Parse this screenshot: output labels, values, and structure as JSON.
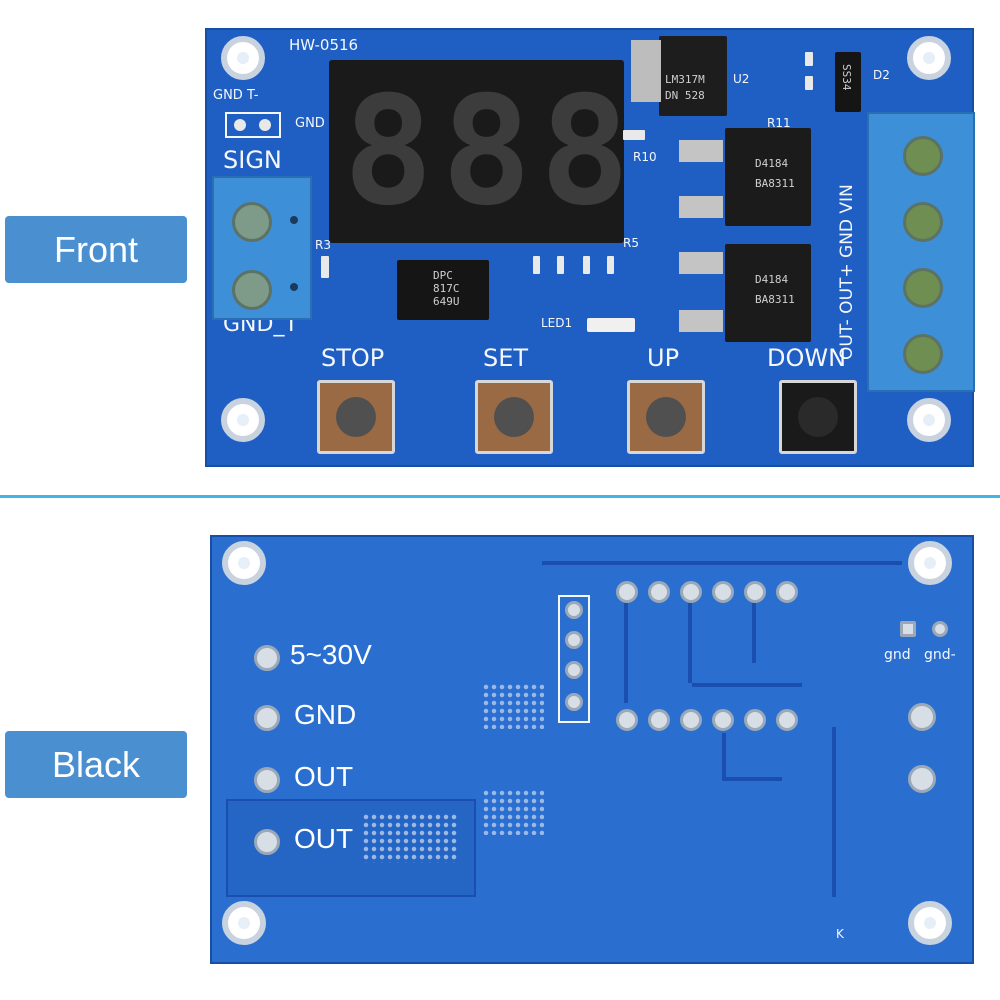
{
  "labels": {
    "front": "Front",
    "back": "Black"
  },
  "front_board": {
    "model": "HW-0516",
    "display_digits": "888",
    "header_left": "GND T-",
    "header_right": "GND",
    "sign_label": "SIGN",
    "gnd_t_label": "GND_T",
    "regulator_text": [
      "LM317M",
      "DN 528"
    ],
    "regulator_suffix": "U2",
    "diode_text": "SS34",
    "diode_label": "D2",
    "r11": "R11",
    "r10": "R10",
    "r5": "R5",
    "r3": "R3",
    "led_label": "LED1",
    "mosfet_text": [
      "D4184",
      "BA8311"
    ],
    "optocoupler_text": [
      "DPC",
      "817C",
      "649U"
    ],
    "terminal_labels": "OUT- OUT+ GND VIN",
    "buttons": [
      "STOP",
      "SET",
      "UP",
      "DOWN"
    ]
  },
  "back_board": {
    "pins": [
      "5~30V",
      "GND",
      "OUT",
      "OUT"
    ],
    "gnd_labels": [
      "gnd",
      "gnd-"
    ],
    "corner_mark": "K"
  },
  "colors": {
    "board_blue": "#1f5fc4",
    "label_blue": "#4a8fd0",
    "divider": "#3db5e6"
  }
}
